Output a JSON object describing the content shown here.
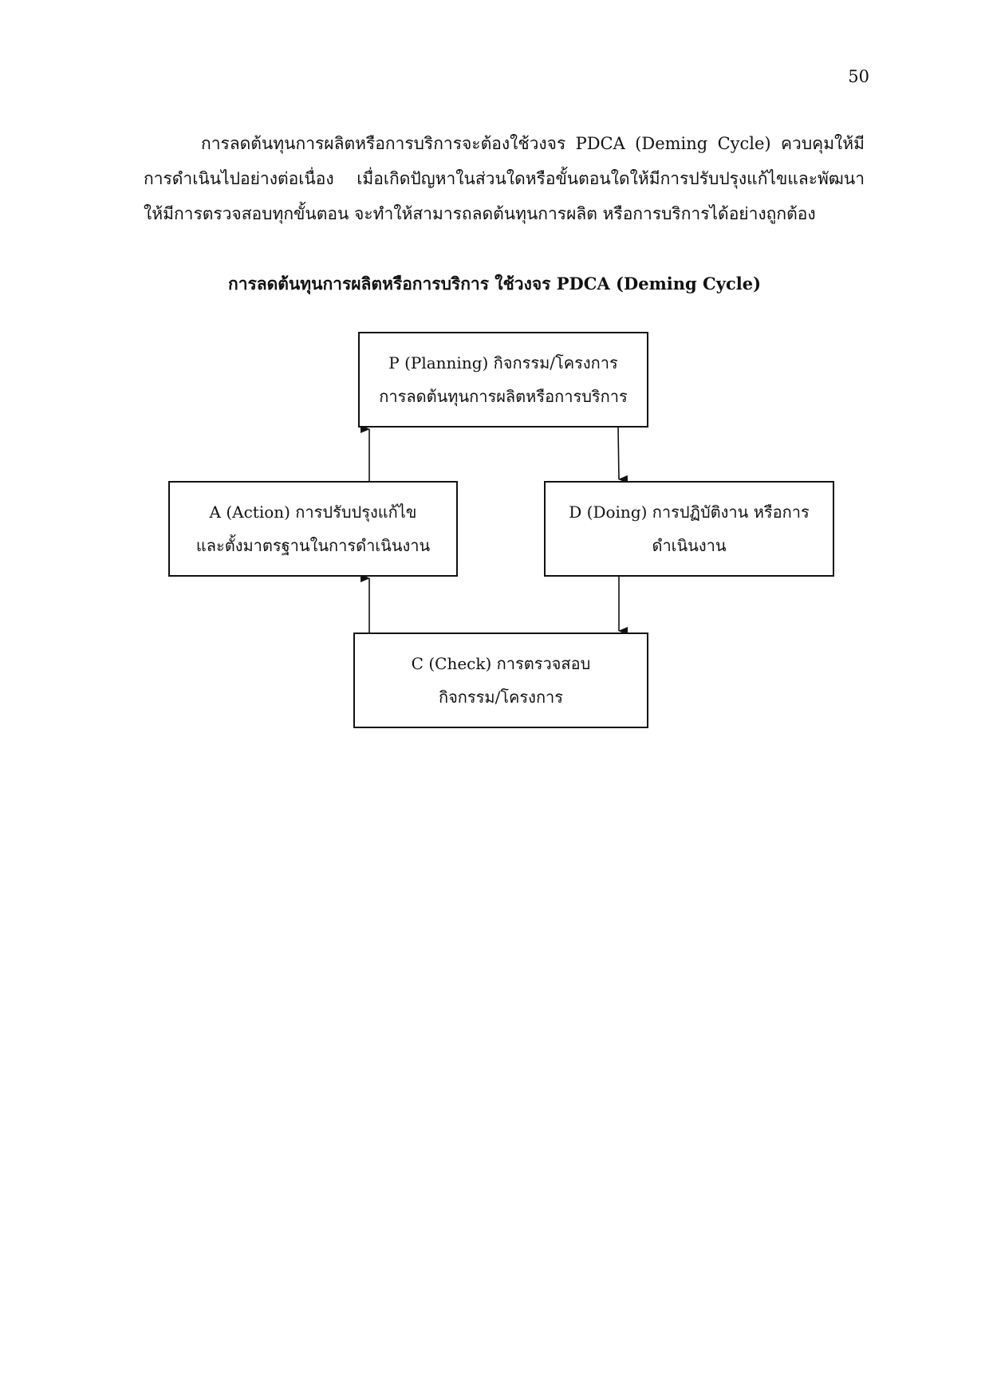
{
  "page_number": "50",
  "paragraph": {
    "lines": [
      "การลดต้นทุนการผลิตหรือการบริการจะต้องใช้วงจร  PDCA (Deming Cycle) ควบคุมให้มี",
      "การดำเนินไปอย่างต่อเนื่อง เมื่อเกิดปัญหาในส่วนใดหรือขั้นตอนใดให้มีการปรับปรุงแก้ไขและพัฒนา",
      "ให้มีการตรวจสอบทุกขั้นตอน จะทำให้สามารถลดต้นทุนการผลิต หรือการบริการได้อย่างถูกต้อง"
    ]
  },
  "diagram": {
    "title": "การลดต้นทุนการผลิตหรือการบริการ ใช้วงจร PDCA (Deming Cycle)",
    "boxes": {
      "planning": {
        "line1": "P (Planning) กิจกรรม/โครงการ",
        "line2": "การลดต้นทุนการผลิตหรือการบริการ"
      },
      "doing": {
        "line1": "D (Doing) การปฏิบัติงาน หรือการ",
        "line2": "ดำเนินงาน"
      },
      "action": {
        "line1": "A (Action) การปรับปรุงแก้ไข",
        "line2": "และตั้งมาตรฐานในการดำเนินงาน"
      },
      "check": {
        "line1": "C (Check) การตรวจสอบ",
        "line2": "กิจกรรม/โครงการ"
      }
    }
  }
}
